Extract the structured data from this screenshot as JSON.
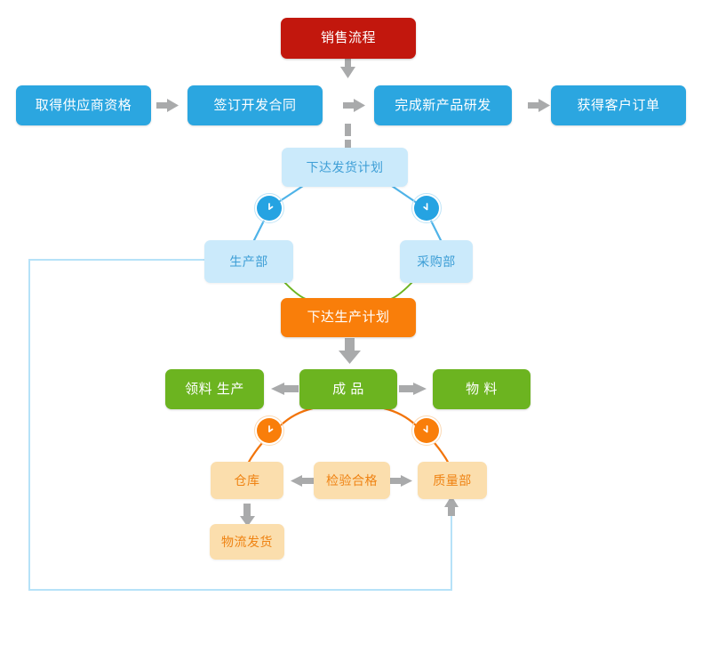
{
  "diagram": {
    "title_node": {
      "label": "销售流程",
      "color": "#c2170d"
    },
    "process_row": [
      {
        "label": "取得供应商资格",
        "color": "#2ba6e0"
      },
      {
        "label": "签订开发合同",
        "color": "#2ba6e0"
      },
      {
        "label": "完成新产品研发",
        "color": "#2ba6e0"
      },
      {
        "label": "获得客户订单",
        "color": "#2ba6e0"
      }
    ],
    "shipping": {
      "label": "下达发货计划",
      "color": "#cbeafb"
    },
    "departments": [
      {
        "label": "生产部",
        "color": "#cbeafb"
      },
      {
        "label": "采购部",
        "color": "#cbeafb"
      }
    ],
    "production_plan": {
      "label": "下达生产计划",
      "color": "#f97e0a"
    },
    "green_row": [
      {
        "label": "领料  生产",
        "color": "#6cb420"
      },
      {
        "label": "成  品",
        "color": "#6cb420"
      },
      {
        "label": "物  料",
        "color": "#6cb420"
      }
    ],
    "quality_row": [
      {
        "label": "仓库",
        "color": "#fbdead"
      },
      {
        "label": "检验合格",
        "color": "#fbdead"
      },
      {
        "label": "质量部",
        "color": "#fbdead"
      }
    ],
    "shipping_out": {
      "label": "物流发货",
      "color": "#fbdead"
    },
    "badges": [
      {
        "name": "badge-production-dept",
        "glyph": "clock-arrow-icon",
        "color": "#25a3e2"
      },
      {
        "name": "badge-purchasing-dept",
        "glyph": "clock-arrow-icon",
        "color": "#25a3e2"
      },
      {
        "name": "badge-warehouse",
        "glyph": "clock-arrow-icon",
        "color": "#f97e0a"
      },
      {
        "name": "badge-quality-dept",
        "glyph": "clock-arrow-icon",
        "color": "#f97e0a"
      }
    ],
    "colors": {
      "arrow_grey": "#a9aaab",
      "connector_blue": "#7cc6ec",
      "connector_green": "#6cb420",
      "connector_orange": "#f2740a",
      "loop_blue": "#b6e2f8"
    }
  }
}
